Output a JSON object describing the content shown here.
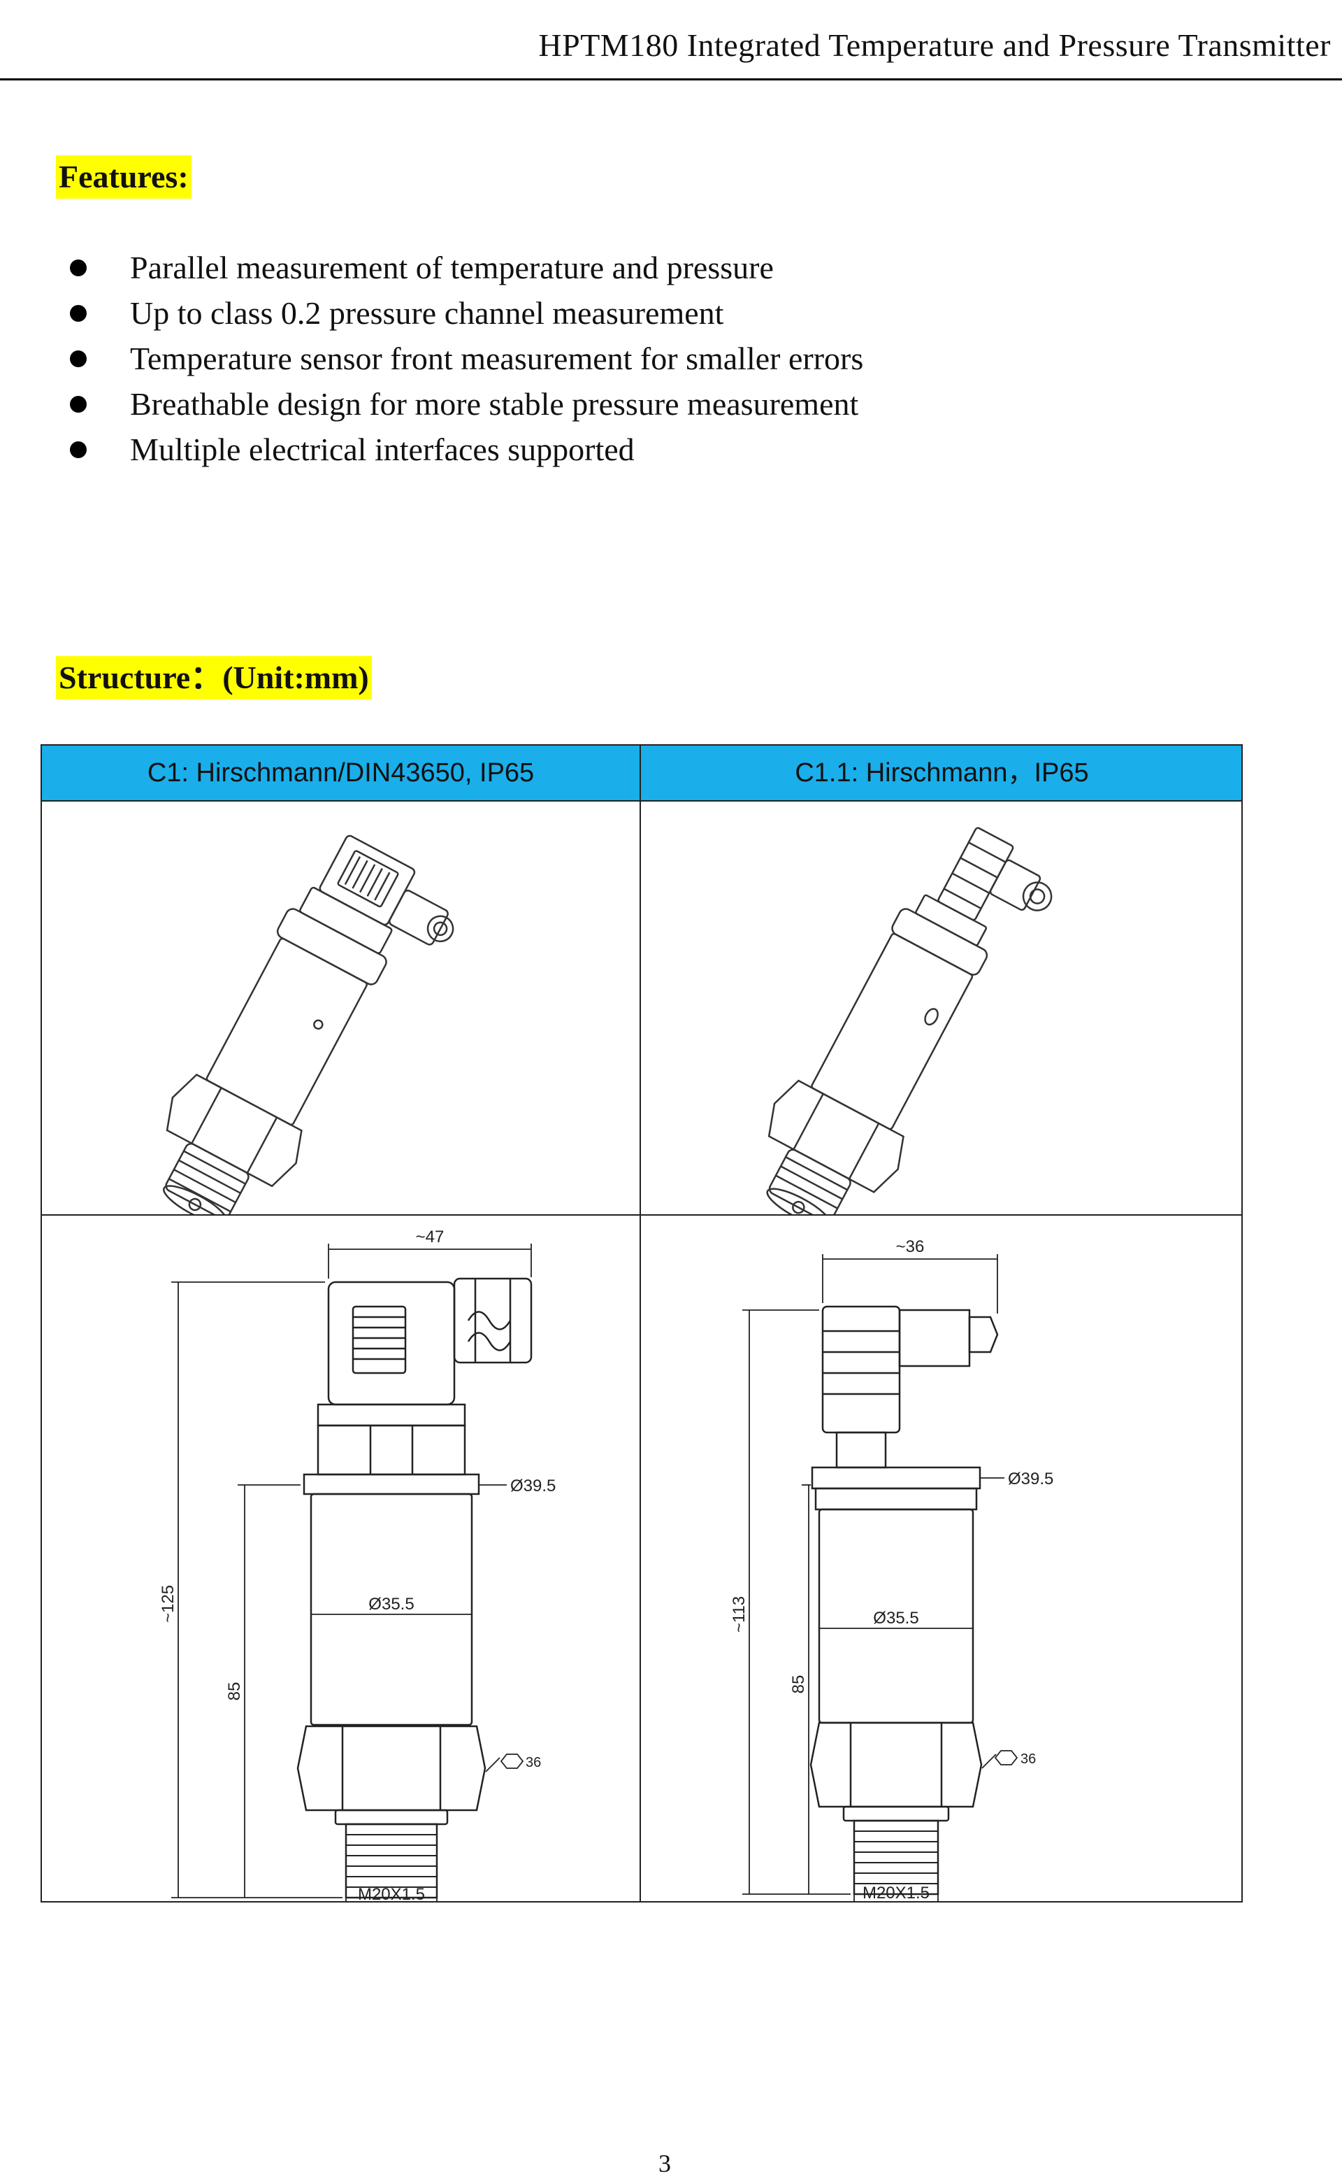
{
  "header": {
    "title": "HPTM180 Integrated  Temperature  and  Pressure  Transmitter"
  },
  "features": {
    "heading": "Features:",
    "items": [
      "Parallel measurement of temperature and pressure",
      "Up to class 0.2 pressure channel measurement",
      "Temperature sensor front measurement for smaller errors",
      "Breathable design for more stable pressure measurement",
      "Multiple electrical interfaces supported"
    ]
  },
  "structure": {
    "heading": "Structure：(Unit:mm)",
    "columns": [
      {
        "label": "C1: Hirschmann/DIN43650, IP65",
        "dims": {
          "width": "~47",
          "flange": "Ø39.5",
          "body": "Ø35.5",
          "height": "~125",
          "length": "85",
          "hex": "36",
          "thread": "M20X1.5"
        }
      },
      {
        "label": "C1.1: Hirschmann，IP65",
        "dims": {
          "width": "~36",
          "flange": "Ø39.5",
          "body": "Ø35.5",
          "height": "~113",
          "length": "85",
          "hex": "36",
          "thread": "M20X1.5"
        }
      }
    ]
  },
  "footer": {
    "page_number": "3"
  }
}
